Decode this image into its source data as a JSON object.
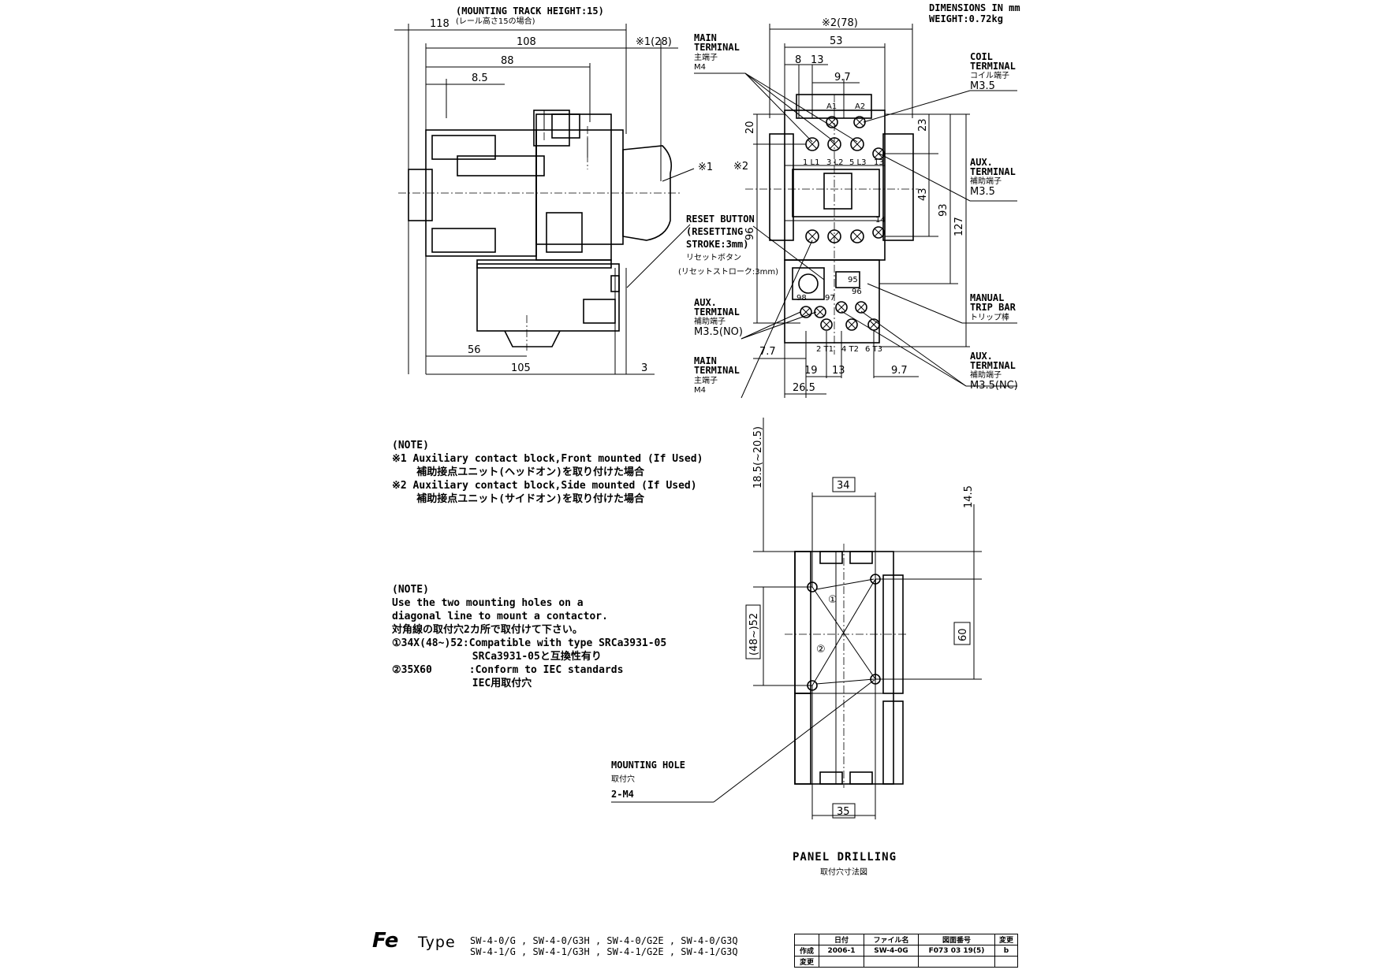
{
  "header": {
    "units": "DIMENSIONS IN mm",
    "weight": "WEIGHT:0.72kg"
  },
  "side_view": {
    "mounting_note_en": "(MOUNTING TRACK HEIGHT:15)",
    "mounting_note_jp": "(レール高さ15の場合)",
    "dims": {
      "d118": "118",
      "d108": "108",
      "d28": "※1(28)",
      "d88": "88",
      "d85": "8.5",
      "d56": "56",
      "d105": "105",
      "d3": "3",
      "ref1": "※1"
    }
  },
  "front_view": {
    "dims": {
      "d78": "※2(78)",
      "d53": "53",
      "d8": "8",
      "d13a": "13",
      "d97a": "9.7",
      "d20": "20",
      "d23": "23",
      "d43": "43",
      "d93": "93",
      "d127": "127",
      "d96": "96",
      "d77": "7.7",
      "d19": "19",
      "d13b": "13",
      "d97b": "9.7",
      "d265": "26.5",
      "ref2": "※2"
    },
    "terminal_marks": [
      "A1",
      "A2",
      "1 L1",
      "3 L2",
      "5 L3",
      "13",
      "14",
      "95",
      "96",
      "97",
      "98",
      "2 T1",
      "4 T2",
      "6 T3"
    ],
    "labels": {
      "main_terminal_top": [
        "MAIN",
        "TERMINAL",
        "主端子",
        "M4"
      ],
      "coil_terminal": [
        "COIL",
        "TERMINAL",
        "コイル端子",
        "M3.5"
      ],
      "aux_terminal_right": [
        "AUX.",
        "TERMINAL",
        "補助端子",
        "M3.5"
      ],
      "reset_button": [
        "RESET BUTTON",
        "(RESETTING",
        "STROKE:3mm)",
        "リセットボタン",
        "(リセットストローク:3mm)"
      ],
      "aux_terminal_no": [
        "AUX.",
        "TERMINAL",
        "補助端子",
        "M3.5(NO)"
      ],
      "manual_trip": [
        "MANUAL",
        "TRIP BAR",
        "トリップ棒"
      ],
      "main_terminal_bottom": [
        "MAIN",
        "TERMINAL",
        "主端子",
        "M4"
      ],
      "aux_terminal_nc": [
        "AUX.",
        "TERMINAL",
        "補助端子",
        "M3.5(NC)"
      ]
    }
  },
  "note1": {
    "title": "(NOTE)",
    "lines": [
      "※1 Auxiliary contact block,Front mounted (If Used)",
      "    補助接点ユニット(ヘッドオン)を取り付けた場合",
      "※2 Auxiliary contact block,Side mounted (If Used)",
      "    補助接点ユニット(サイドオン)を取り付けた場合"
    ]
  },
  "note2": {
    "title": "(NOTE)",
    "lines": [
      "Use the two mounting holes on a",
      "diagonal line to mount a contactor.",
      "対角線の取付穴2カ所で取付けて下さい。",
      "①34X(48~)52:Compatible with type SRCa3931-05",
      "             SRCa3931-05と互換性有り",
      "②35X60      :Conform to IEC standards",
      "             IEC用取付穴"
    ]
  },
  "panel_drilling": {
    "title": "PANEL DRILLING",
    "subtitle": "取付穴寸法図",
    "dims": {
      "d185": "18.5(~20.5)",
      "d34": "34",
      "d145": "14.5",
      "d52": "(48~)52",
      "d60": "60",
      "d35": "35",
      "c1": "①",
      "c2": "②"
    },
    "mounting_hole": [
      "MOUNTING HOLE",
      "取付穴",
      "2-M4"
    ]
  },
  "footer": {
    "logo": "Fe",
    "type_label": "Type",
    "models_line1": "SW-4-0/G , SW-4-0/G3H , SW-4-0/G2E , SW-4-0/G3Q",
    "models_line2": "SW-4-1/G , SW-4-1/G3H , SW-4-1/G2E , SW-4-1/G3Q",
    "table": {
      "headers": [
        "",
        "日付",
        "ファイル名",
        "図面番号",
        "変更"
      ],
      "row1": [
        "作成",
        "2006-1",
        "SW-4-0G",
        "F073 03 19(5)",
        "b"
      ],
      "row2": [
        "変更",
        "",
        "",
        "",
        ""
      ]
    }
  }
}
